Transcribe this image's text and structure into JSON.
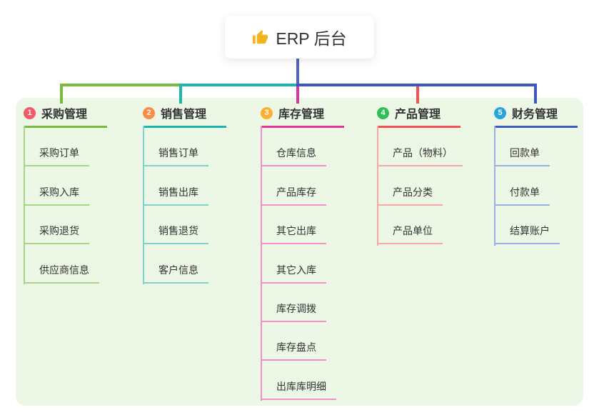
{
  "root": {
    "label": "ERP 后台",
    "icon": "thumbs-up-icon"
  },
  "branches": [
    {
      "index": 1,
      "label": "采购管理",
      "badge_color": "#f25a68",
      "line_color": "#7cb93f",
      "child_line_color": "#a9d488",
      "children": [
        "采购订单",
        "采购入库",
        "采购退货",
        "供应商信息"
      ]
    },
    {
      "index": 2,
      "label": "销售管理",
      "badge_color": "#fc8b44",
      "line_color": "#1db5ac",
      "child_line_color": "#7fd3cd",
      "children": [
        "销售订单",
        "销售出库",
        "销售退货",
        "客户信息"
      ]
    },
    {
      "index": 3,
      "label": "库存管理",
      "badge_color": "#ffaf30",
      "line_color": "#e1349c",
      "child_line_color": "#f291c5",
      "children": [
        "仓库信息",
        "产品库存",
        "其它出库",
        "其它入库",
        "库存调拨",
        "库存盘点",
        "出库库明细"
      ]
    },
    {
      "index": 4,
      "label": "产品管理",
      "badge_color": "#2fbe58",
      "line_color": "#f25350",
      "child_line_color": "#f8a9a6",
      "children": [
        "产品（物料）",
        "产品分类",
        "产品单位"
      ]
    },
    {
      "index": 5,
      "label": "财务管理",
      "badge_color": "#29a3dd",
      "line_color": "#3d5cc0",
      "child_line_color": "#9cafe2",
      "children": [
        "回款单",
        "付款单",
        "结算账户"
      ]
    }
  ],
  "colors": {
    "canvas_bg": "#ffffff",
    "panel_bg": "#ecf7e6",
    "root_connector": "#5463c8",
    "bus_left": "#7cb93f",
    "bus_middle": "#1db5ac",
    "bus_right": "#3e56bd"
  }
}
